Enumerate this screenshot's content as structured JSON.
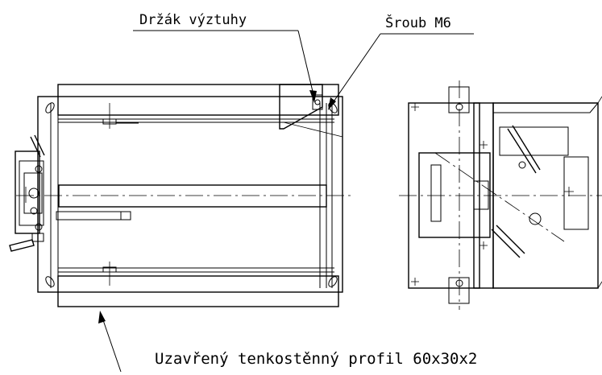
{
  "labels": {
    "bracket": "Držák výztuhy",
    "screw": "Šroub M6",
    "profile": "Uzavřený tenkostěnný profil 60x30x2"
  }
}
